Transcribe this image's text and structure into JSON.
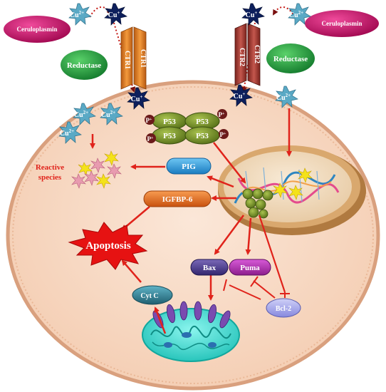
{
  "labels": {
    "ceruloplasmin_left": "Ceruloplasmin",
    "ceruloplasmin_right": "Ceruloplasmin",
    "cu2_top_left": "Cu",
    "cu2_top_left_sup": "2+",
    "cu1_top_left": "Cu",
    "cu1_top_left_sup": "+",
    "cu1_top_right": "Cu",
    "cu1_top_right_sup": "+",
    "cu2_top_right": "Cu",
    "cu2_top_right_sup": "2+",
    "ctr1_front": "CTR1",
    "ctr1_back": "CTR1",
    "ctr2_front": "CTR2",
    "ctr2_back": "CTR2",
    "reductase_left": "Reductase",
    "reductase_right": "Reductase",
    "cu1_in_left": "Cu",
    "cu1_in_left_sup": "+",
    "cu1_in_mid": "Cu",
    "cu1_in_mid_sup": "+",
    "cu2_in_right": "Cu",
    "cu2_in_right_sup": "2+",
    "cu2_cyto_a": "Cu",
    "cu2_cyto_a_sup": "2+",
    "cu2_cyto_b": "Cu",
    "cu2_cyto_b_sup": "2+",
    "cu2_cyto_c": "Cu",
    "cu2_cyto_c_sup": "2+",
    "p53": "P53",
    "phospho": "P",
    "phospho_sup": "+",
    "reactive_species_line1": "Reactive",
    "reactive_species_line2": "species",
    "pig": "PIG",
    "igfbp6": "IGFBP-6",
    "apoptosis": "Apoptosis",
    "bax": "Bax",
    "puma": "Puma",
    "bcl2": "Bcl-2",
    "cyt_c": "Cyt C"
  },
  "colors": {
    "cell": "#f9dcc8",
    "cell_border": "#d9a07e",
    "nucleus": "#c8945c",
    "nucleus_inner": "#f3dfc4",
    "arrow": "#e0231b",
    "ceruloplasmin": "#d10f6f",
    "reductase": "#1f9d3a",
    "ctr1": "#e07a1f",
    "ctr2": "#a33a32",
    "cu_plus": "#0d1f5c",
    "cu_2plus": "#5aa9c5",
    "p53": "#7a9b2d",
    "pig": "#2a9ad6",
    "igfbp6": "#e56a1a",
    "bax": "#4a3a8a",
    "puma": "#b02fb0",
    "bcl2": "#9c9de8",
    "cytc": "#2f7a8f",
    "mito": "#37e0d4",
    "apoptosis": "#e61212"
  }
}
